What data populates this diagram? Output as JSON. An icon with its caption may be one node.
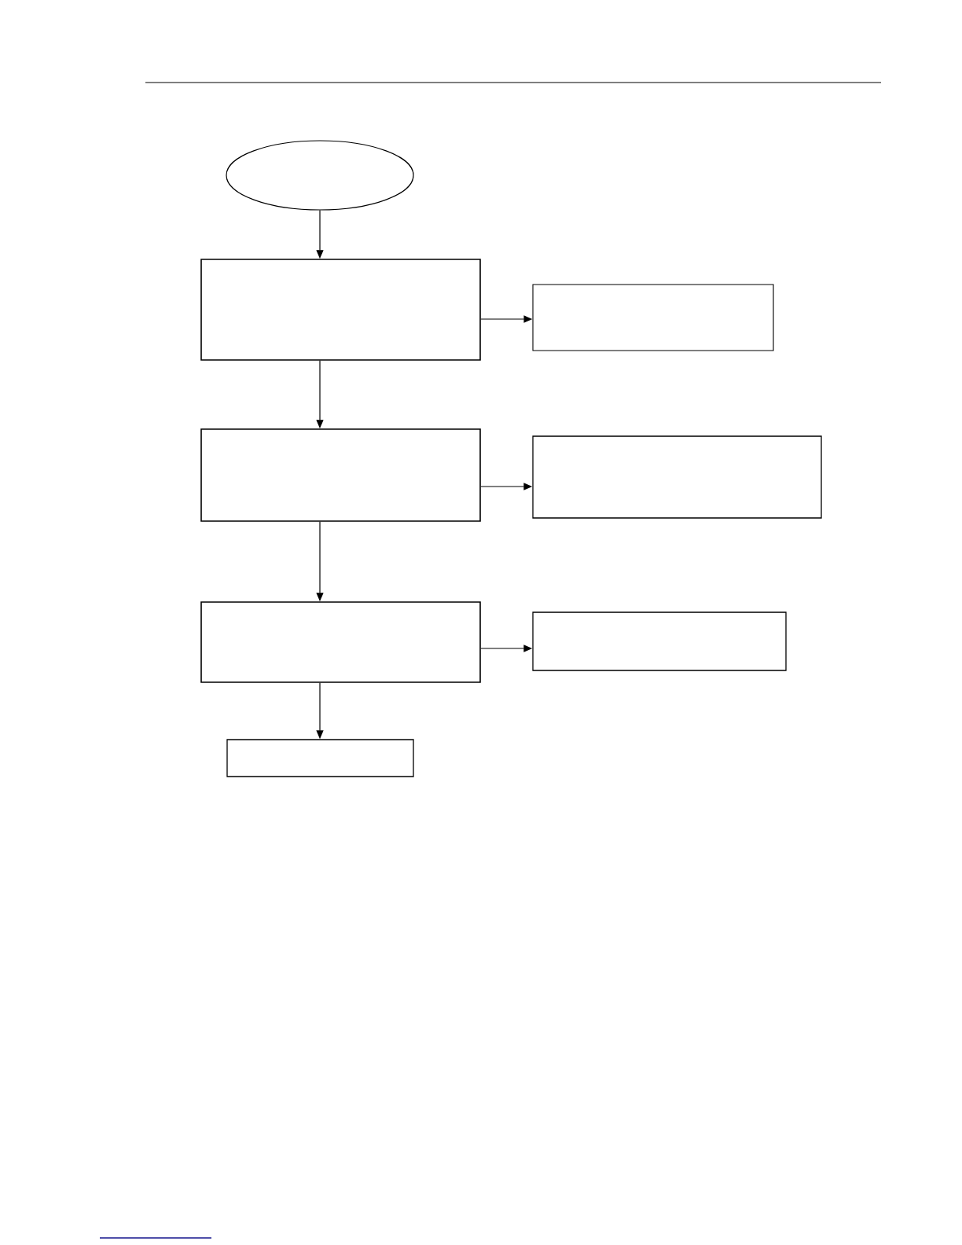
{
  "diagram": {
    "nodes": [
      {
        "text": [],
        "shape": "ellipse"
      },
      {
        "text": [],
        "shape": "box"
      },
      {
        "text": [],
        "shape": "box"
      },
      {
        "text": [],
        "shape": "box"
      },
      {
        "text": [],
        "shape": "box"
      },
      {
        "text": [],
        "shape": "box"
      },
      {
        "text": [],
        "shape": "box"
      },
      {
        "text": [],
        "shape": "box"
      }
    ],
    "edges": [
      {
        "from": 0,
        "to": 1,
        "arrow": "to"
      },
      {
        "from": 1,
        "to": 2,
        "arrow": "to"
      },
      {
        "from": 1,
        "to": 3,
        "arrow": "to"
      },
      {
        "from": 3,
        "to": 4,
        "arrow": "to"
      },
      {
        "from": 3,
        "to": 5,
        "arrow": "to"
      },
      {
        "from": 5,
        "to": 6,
        "arrow": "to"
      },
      {
        "from": 5,
        "to": 7,
        "arrow": "to"
      }
    ]
  }
}
